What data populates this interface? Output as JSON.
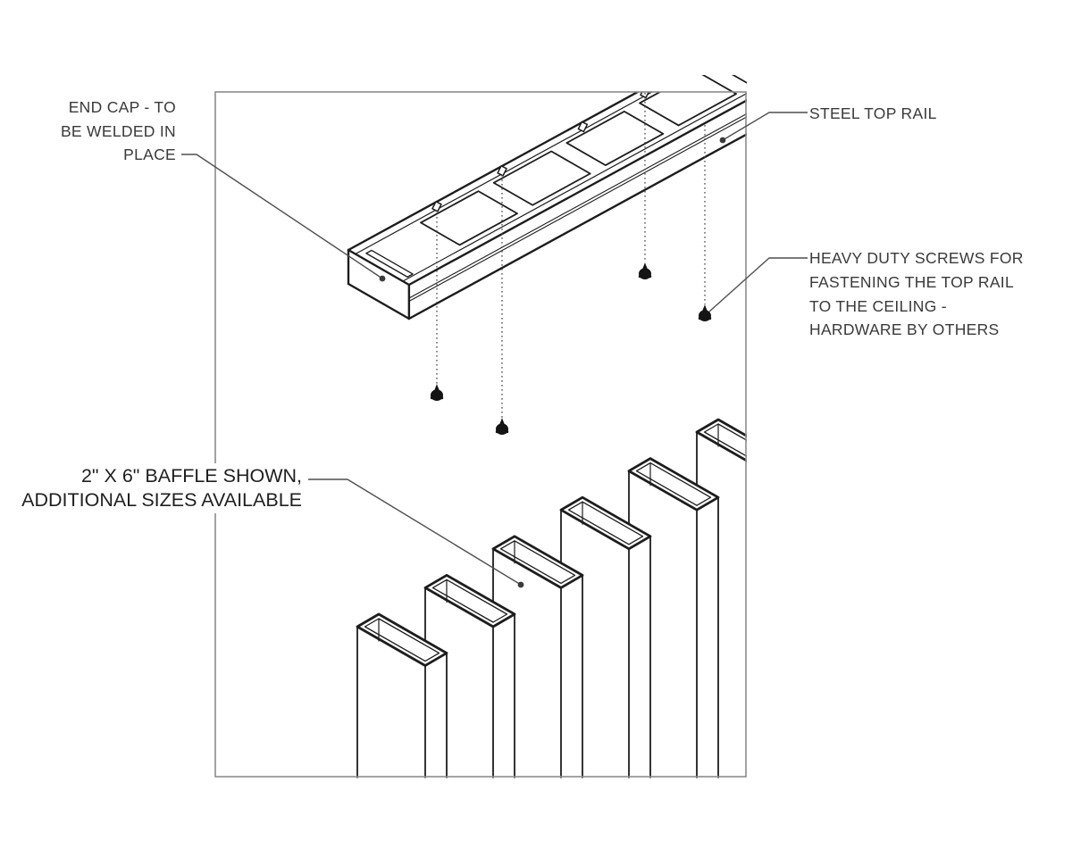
{
  "labels": {
    "end_cap": [
      "END CAP - TO",
      "BE WELDED IN",
      "PLACE"
    ],
    "steel_top_rail": "STEEL TOP RAIL",
    "heavy_duty_screws": [
      "HEAVY DUTY SCREWS FOR",
      "FASTENING THE TOP RAIL",
      "TO THE CEILING -",
      "HARDWARE BY OTHERS"
    ],
    "baffle_size": [
      "2\" X 6\" BAFFLE SHOWN,",
      "ADDITIONAL SIZES AVAILABLE"
    ]
  },
  "figure": {
    "baffle_count": 6,
    "screw_count": 4,
    "rail_slot_count": 5
  },
  "colors": {
    "line": "#1d1d1d",
    "frame": "#8c8c8c",
    "leader": "#4f4f4f",
    "dotted": "#4a4a4a",
    "screw": "#141414",
    "text": "#3a3a3a",
    "background": "#ffffff"
  }
}
